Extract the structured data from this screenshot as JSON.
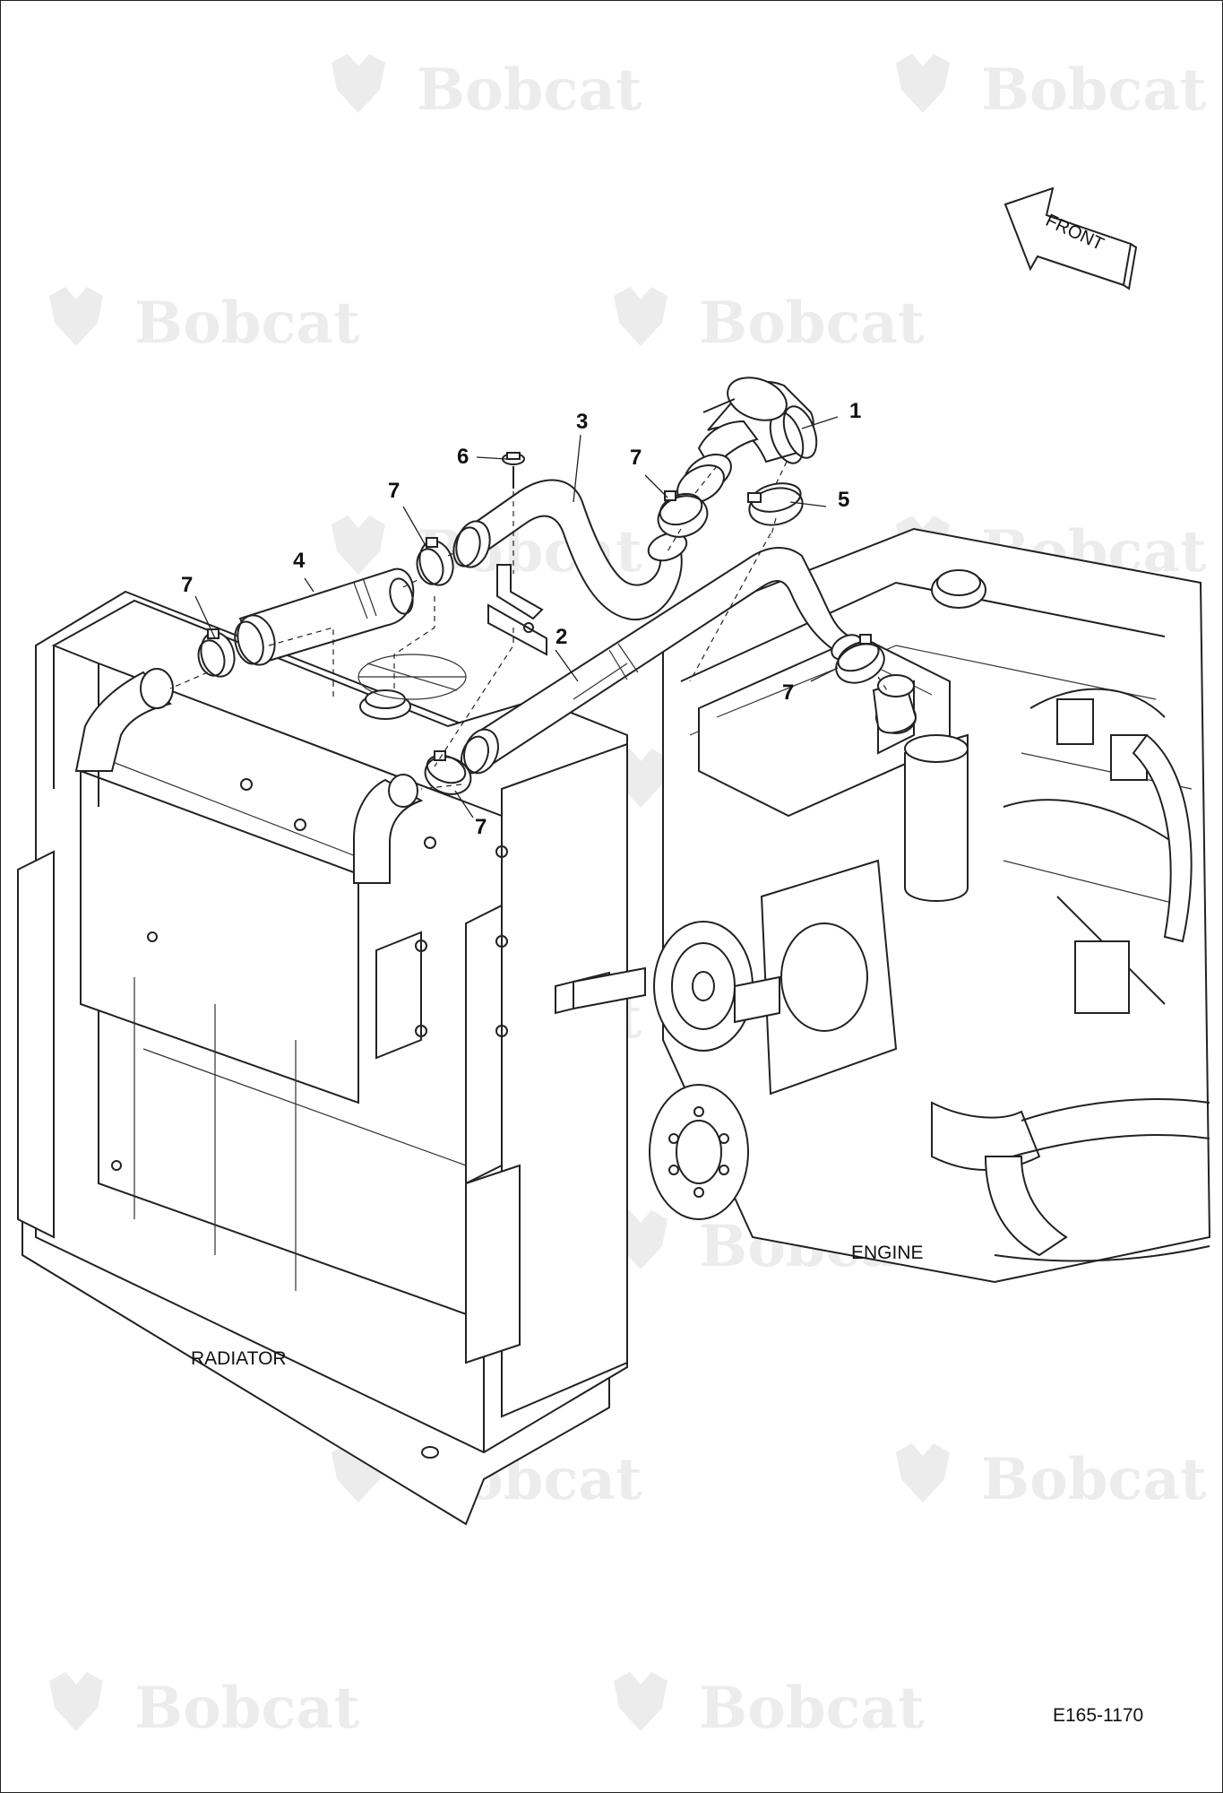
{
  "watermark": {
    "brand": "Bobcat",
    "logo_icon": "bobcat-head-logo-icon"
  },
  "orientation": {
    "front_label": "FRONT",
    "icon": "front-arrow-icon"
  },
  "components": {
    "radiator_label": "RADIATOR",
    "engine_label": "ENGINE"
  },
  "callouts": [
    "1",
    "2",
    "3",
    "4",
    "5",
    "6",
    "7",
    "7",
    "7",
    "7",
    "7"
  ],
  "drawing_code": "E165-1170"
}
